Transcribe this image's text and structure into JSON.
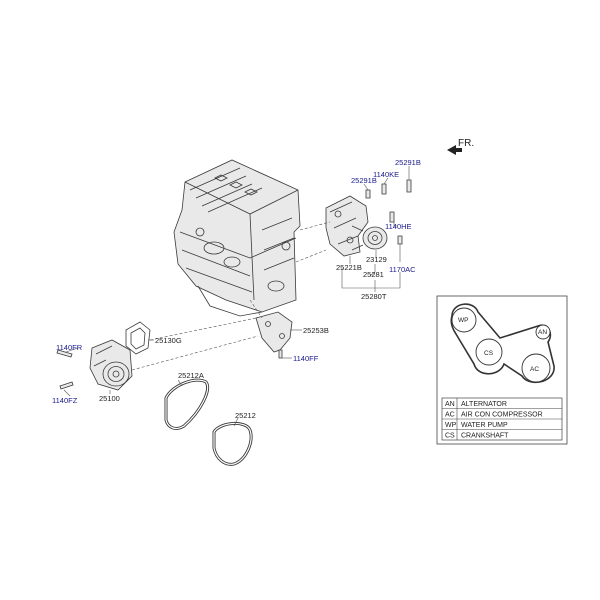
{
  "front_marker": "FR.",
  "callouts": {
    "p25291B_top": "25291B",
    "p1140KE": "1140KE",
    "p25291B": "25291B",
    "p1140HE": "1140HE",
    "p23129": "23129",
    "p25221B": "25221B",
    "p25281": "25281",
    "p1170AC": "1170AC",
    "p25280T": "25280T",
    "p25253B": "25253B",
    "p1140FF": "1140FF",
    "p25130G": "25130G",
    "p1140FR": "1140FR",
    "p25100": "25100",
    "p1140FZ": "1140FZ",
    "p25212A": "25212A",
    "p25212": "25212"
  },
  "belt_diagram": {
    "pulleys": {
      "wp": "WP",
      "an": "AN",
      "cs": "CS",
      "ac": "AC"
    },
    "legend": [
      {
        "code": "AN",
        "name": "ALTERNATOR"
      },
      {
        "code": "AC",
        "name": "AIR CON COMPRESSOR"
      },
      {
        "code": "WP",
        "name": "WATER PUMP"
      },
      {
        "code": "CS",
        "name": "CRANKSHAFT"
      }
    ]
  }
}
